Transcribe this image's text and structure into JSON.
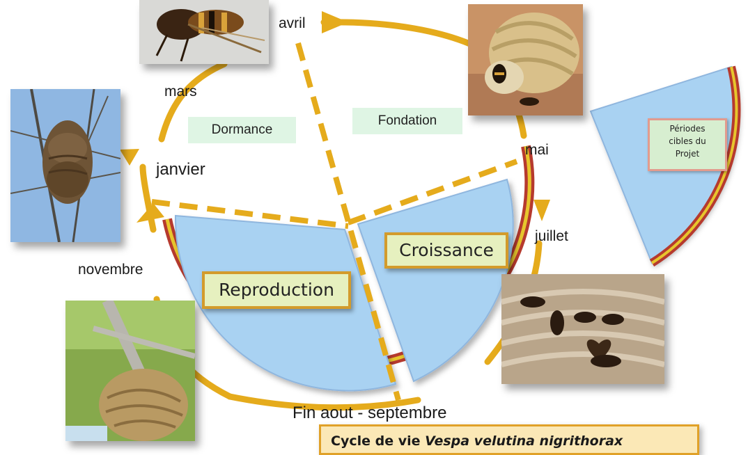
{
  "months": {
    "avril": "avril",
    "mars": "mars",
    "janvier": "janvier",
    "novembre": "novembre",
    "mai": "mai",
    "juillet": "juillet",
    "fin_aout": "Fin aout - septembre"
  },
  "periods": {
    "dormance": "Dormance",
    "fondation": "Fondation"
  },
  "phases": {
    "croissance": "Croissance",
    "reproduction": "Reproduction"
  },
  "target": {
    "line1": "Périodes",
    "line2": "cibles du",
    "line3": "Projet"
  },
  "caption": {
    "prefix": "Cycle de vie",
    "species": "Vespa velutina nigrithorax"
  },
  "colors": {
    "arrow": "#e5ab1c",
    "sector_fill": "#a9d2f2",
    "sector_border": "#8fb6de",
    "band_red": "#b63a2e",
    "band_yellow": "#e7c62d"
  },
  "photos": {
    "hornet": "hornet-photo",
    "nest_primary": "primary-nest-photo",
    "nest_tree": "tree-nest-photo",
    "nest_large": "large-nest-photo",
    "nest_comb": "comb-photo"
  }
}
